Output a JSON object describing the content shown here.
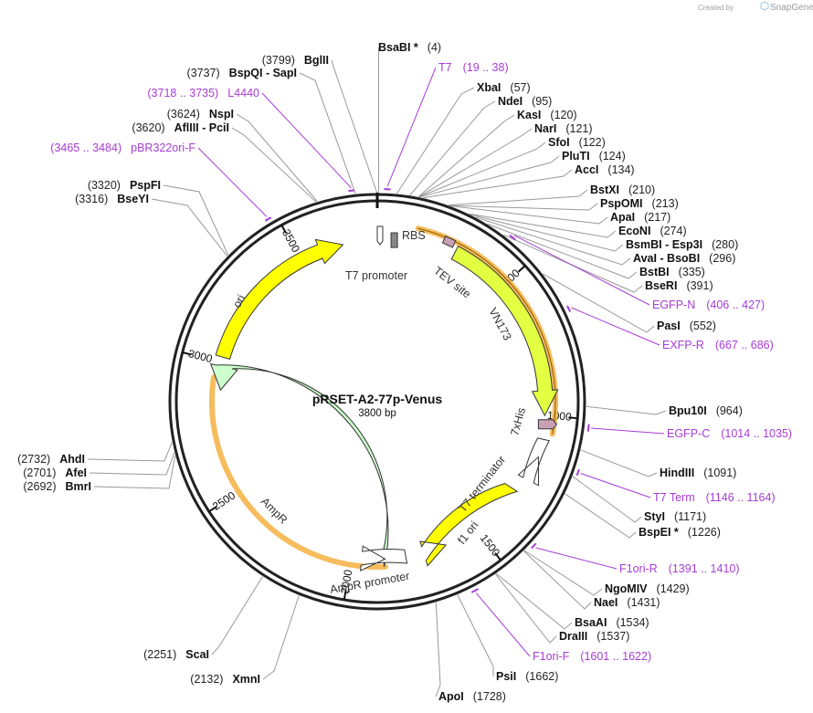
{
  "credit": {
    "prefix": "Created by",
    "brand": "SnapGene"
  },
  "plasmid": {
    "name": "pRSET-A2-77p-Venus",
    "length_label": "3800 bp",
    "length": 3800
  },
  "ticks": [
    {
      "pos": 500,
      "label": "500"
    },
    {
      "pos": 1000,
      "label": "1000"
    },
    {
      "pos": 1500,
      "label": "1500"
    },
    {
      "pos": 2000,
      "label": "2000"
    },
    {
      "pos": 2500,
      "label": "2500"
    },
    {
      "pos": 3000,
      "label": "3000"
    },
    {
      "pos": 3500,
      "label": "3500"
    }
  ],
  "enzymes": [
    {
      "name": "BsaBI",
      "star": true,
      "pos_label": "(4)"
    },
    {
      "name": "XbaI",
      "pos_label": "(57)"
    },
    {
      "name": "NdeI",
      "pos_label": "(95)"
    },
    {
      "name": "KasI",
      "pos_label": "(120)"
    },
    {
      "name": "NarI",
      "pos_label": "(121)"
    },
    {
      "name": "SfoI",
      "pos_label": "(122)"
    },
    {
      "name": "PluTI",
      "pos_label": "(124)"
    },
    {
      "name": "AccI",
      "pos_label": "(134)"
    },
    {
      "name": "BstXI",
      "pos_label": "(210)"
    },
    {
      "name": "PspOMI",
      "pos_label": "(213)"
    },
    {
      "name": "ApaI",
      "pos_label": "(217)"
    },
    {
      "name": "EcoNI",
      "pos_label": "(274)"
    },
    {
      "name": "BsmBI - Esp3I",
      "pos_label": "(280)"
    },
    {
      "name": "AvaI - BsoBI",
      "pos_label": "(296)"
    },
    {
      "name": "BstBI",
      "pos_label": "(335)"
    },
    {
      "name": "BseRI",
      "pos_label": "(391)"
    },
    {
      "name": "PasI",
      "pos_label": "(552)"
    },
    {
      "name": "Bpu10I",
      "pos_label": "(964)"
    },
    {
      "name": "HindIII",
      "pos_label": "(1091)"
    },
    {
      "name": "StyI",
      "pos_label": "(1171)"
    },
    {
      "name": "BspEI",
      "star": true,
      "pos_label": "(1226)"
    },
    {
      "name": "NgoMIV",
      "pos_label": "(1429)"
    },
    {
      "name": "NaeI",
      "pos_label": "(1431)"
    },
    {
      "name": "BsaAI",
      "pos_label": "(1534)"
    },
    {
      "name": "DraIII",
      "pos_label": "(1537)"
    },
    {
      "name": "PsiI",
      "pos_label": "(1662)"
    },
    {
      "name": "ApoI",
      "pos_label": "(1728)"
    },
    {
      "name": "XmnI",
      "pos_label": "(2132)"
    },
    {
      "name": "ScaI",
      "pos_label": "(2251)"
    },
    {
      "name": "BmrI",
      "pos_label": "(2692)"
    },
    {
      "name": "AfeI",
      "pos_label": "(2701)"
    },
    {
      "name": "AhdI",
      "pos_label": "(2732)"
    },
    {
      "name": "BseYI",
      "pos_label": "(3316)"
    },
    {
      "name": "PspFI",
      "pos_label": "(3320)"
    },
    {
      "name": "AflIII - PciI",
      "pos_label": "(3620)"
    },
    {
      "name": "NspI",
      "pos_label": "(3624)"
    },
    {
      "name": "BspQI - SapI",
      "pos_label": "(3737)"
    },
    {
      "name": "BglII",
      "pos_label": "(3799)"
    }
  ],
  "primers": [
    {
      "name": "T7",
      "range": "(19 .. 38)"
    },
    {
      "name": "EGFP-N",
      "range": "(406 .. 427)"
    },
    {
      "name": "EXFP-R",
      "range": "(667 .. 686)"
    },
    {
      "name": "EGFP-C",
      "range": "(1014 .. 1035)"
    },
    {
      "name": "T7 Term",
      "range": "(1146 .. 1164)"
    },
    {
      "name": "F1ori-R",
      "range": "(1391 .. 1410)"
    },
    {
      "name": "F1ori-F",
      "range": "(1601 .. 1622)"
    },
    {
      "name": "pBR322ori-F",
      "range": "(3465 .. 3484)"
    },
    {
      "name": "L4440",
      "range": "(3718 .. 3735)"
    }
  ],
  "features": [
    {
      "name": "RBS"
    },
    {
      "name": "T7 promoter"
    },
    {
      "name": "TEV site"
    },
    {
      "name": "VN173"
    },
    {
      "name": "7xHis"
    },
    {
      "name": "T7 terminator"
    },
    {
      "name": "f1 ori"
    },
    {
      "name": "AmpR promoter"
    },
    {
      "name": "AmpR"
    },
    {
      "name": "ori"
    }
  ],
  "colors": {
    "feature_yellow": "#ffff00",
    "feature_green": "#e2ff42",
    "ampr_green": "#ccffcc",
    "orf_orange": "#f5b041",
    "primer_purple": "#a63cd6"
  }
}
